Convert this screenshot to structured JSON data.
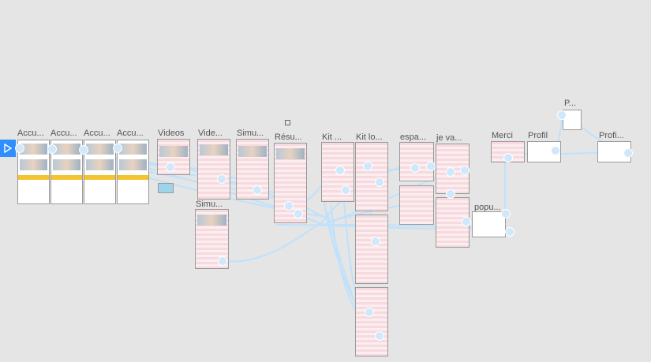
{
  "canvas": {
    "background": "#e5e5e5",
    "wire_color": "#bfe1fb",
    "start_color": "#2f8fff"
  },
  "start_marker": {
    "icon": "play-triangle-icon"
  },
  "artboards": {
    "accueil_1": "Accu...",
    "accueil_2": "Accu...",
    "accueil_3": "Accu...",
    "accueil_4": "Accu...",
    "videos": "Videos",
    "video_detail": "Vide...",
    "simulation_1": "Simu...",
    "simulation_2": "Simu...",
    "resume": "Résu...",
    "kit_1": "Kit ...",
    "kit_2": "Kit lo...",
    "espace": "espa...",
    "je_vais": "je va...",
    "merci": "Merci",
    "popup": "popu...",
    "profil": "Profil",
    "p_small": "P...",
    "profil_2": "Profi..."
  }
}
